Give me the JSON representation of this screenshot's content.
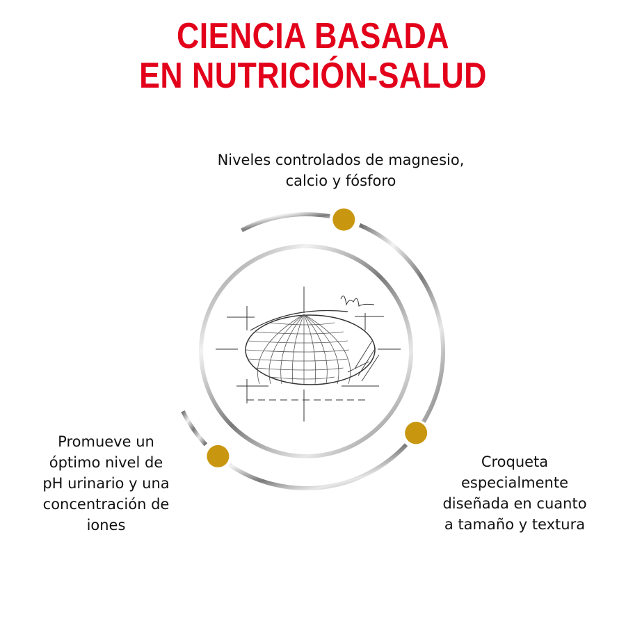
{
  "title": {
    "line1": "CIENCIA BASADA",
    "line2": "EN NUTRICIÓN-SALUD"
  },
  "benefits": {
    "top": {
      "line1": "Niveles controlados de magnesio,",
      "line2": "calcio y fósforo"
    },
    "left": {
      "line1": "Promueve un",
      "line2": "óptimo nivel de",
      "line3": "pH urinario y una",
      "line4": "concentración de",
      "line5": "iones"
    },
    "right": {
      "line1": "Croqueta",
      "line2": "especialmente",
      "line3": "diseñada en cuanto",
      "line4": "a tamaño y textura"
    }
  },
  "colors": {
    "title": "#e2001a",
    "dot": "#c9970f",
    "ring": "#8a8a8a"
  },
  "icons": {
    "center": "kibble-sketch-icon"
  }
}
